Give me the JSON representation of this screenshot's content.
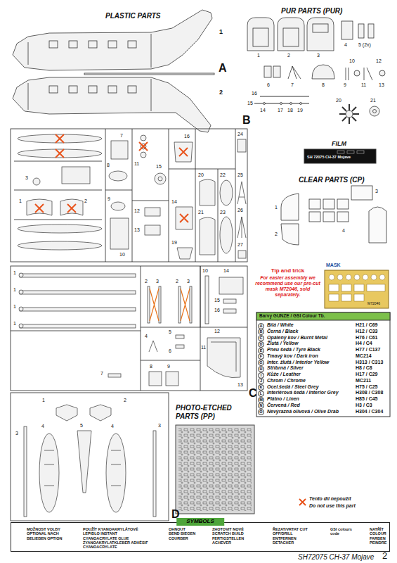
{
  "diagram": {
    "nodes": [
      {
        "text": [
          "SYMBOLS"
        ]
      },
      {
        "text": [
          "MOŽNOST VOLBY OPTIONAL NACH BELIEBEN OPTION"
        ],
        "in": 0
      },
      {
        "text": [
          "POUŽÍT KYANOAKRYLÁTOVÉ LEPIDLO INSTANT CYANOACRYLATE GLUE ZYANOAKRYLATKLEBER ADHÉSIF CYANOACRYLATE"
        ],
        "in": 0
      },
      {
        "text": [
          "OHNOUT BEND BIEGEN COURBER"
        ],
        "in": 0
      },
      {
        "text": [
          "ZHOTOVIT NOVÉ SCRATCH BUILD FERTIGSTELLEN ACHEVER"
        ],
        "in": 0
      },
      {
        "text": [
          "ŘEZAT/VRTAT CUT OFF/DRILL ENTFERNEN DETACHER"
        ],
        "in": 0
      },
      {
        "text": [
          "GSI colours code"
        ],
        "in": 0
      },
      {
        "text": [
          "NATŘÍT COLOUR FARBEN PEINDRE"
        ],
        "in": 0
      }
    ],
    "labels": [
      "PLASTIC PARTS",
      "1",
      "A",
      "2",
      "PUR PARTS (PUR)",
      "1",
      "2",
      "3",
      "4",
      "5 (2x)",
      "6",
      "7",
      "8",
      "9",
      "10",
      "11",
      "12",
      "13",
      "14",
      "15",
      "16",
      "17",
      "18",
      "19",
      "20",
      "21",
      "B",
      "24",
      "7",
      "3",
      "8",
      "1",
      "2",
      "11",
      "15",
      "9",
      "12",
      "13",
      "10",
      "16",
      "20",
      "22",
      "14",
      "21",
      "23",
      "19",
      "25",
      "26",
      "27",
      "FILM",
      "SH 72075 CH-37 Mojave",
      "CLEAR PARTS (CP)",
      "1",
      "2",
      "3",
      "4",
      "Tip and trick",
      "For easier assembly we recommend use our pre-cut mask M72046, sold separately.",
      "MASK",
      "M72046",
      "1",
      "1",
      "1",
      "1",
      "2",
      "3",
      "2",
      "3",
      "10",
      "14",
      "15",
      "16",
      "4",
      "5",
      "6",
      "7",
      "8",
      "9",
      "12",
      "11",
      "13",
      "C",
      "1",
      "2",
      "3",
      "4",
      "5",
      "4",
      "3",
      "D",
      "PHOTO-ETCHED PARTS (PP)",
      "Barvy GUNZE / GSI Colour Tb.",
      "SH72075 CH-37 Mojave",
      "2",
      "A",
      "B",
      "C",
      "D",
      "E",
      "F",
      "G",
      "H",
      "I",
      "J",
      "K",
      "L",
      "M",
      "N",
      "O",
      "H21 / C69",
      "H12 / C33",
      "H76 / C61",
      "H4 / C4",
      "H77 / C137",
      "MC214",
      "H313 / C313",
      "H8 / C8",
      "H17 / C29",
      "MC211",
      "H75 / C25",
      "H308 / C308",
      "H85 / C45",
      "H3 / C3",
      "H304 / C304"
    ],
    "legend": [
      {
        "text": "Bílá / White"
      },
      {
        "text": "Černá / Black"
      },
      {
        "text": "Opálený kov / Burnt Metal"
      },
      {
        "text": "Žlutá / Yellow"
      },
      {
        "text": "Pneu šedá / Tyre Black"
      },
      {
        "text": "Tmavý kov / Dark iron"
      },
      {
        "text": "Inter. žlutá / Interior Yellow"
      },
      {
        "text": "Stříbrná / Silver"
      },
      {
        "text": "Kůže / Leather"
      },
      {
        "text": "Chrom / Chrome"
      },
      {
        "text": "Ocel.šedá / Steel Grey"
      },
      {
        "text": "Interiérová šedá / Interior Grey"
      },
      {
        "text": "Plátno / Linen"
      },
      {
        "text": "Červená / Red"
      },
      {
        "text": "Nevýrazná olivová / Olive Drab"
      },
      {
        "text": "Tento díl nepoužít"
      },
      {
        "text": "Do not use this part"
      }
    ]
  }
}
